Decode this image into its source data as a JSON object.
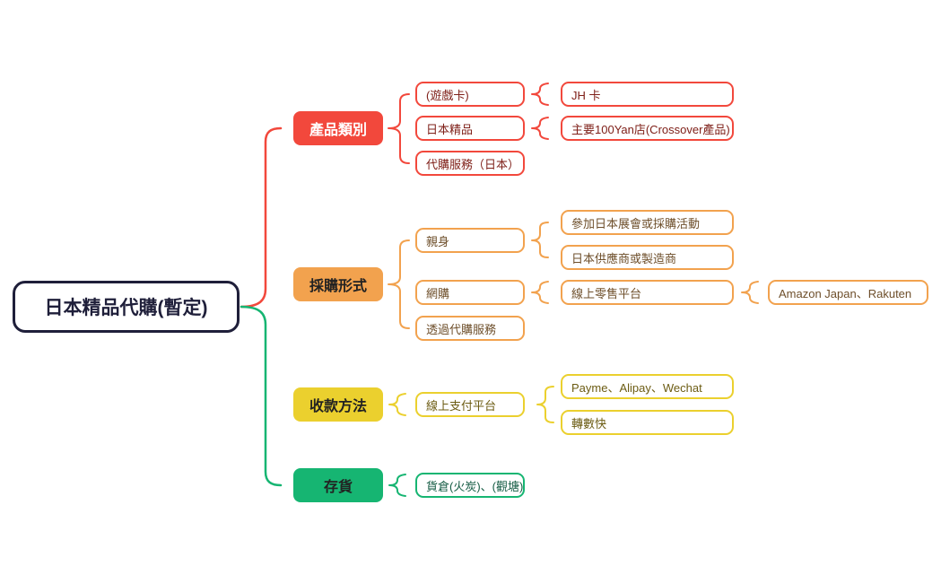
{
  "root": {
    "label": "日本精品代購(暫定)"
  },
  "colors": {
    "red": "#f2483c",
    "orange": "#f2a24e",
    "yellow": "#ebd02e",
    "green": "#16b572",
    "root_border": "#1f1f3a",
    "red_child_text": "#7f2019",
    "orange_child_text": "#6e4f2b",
    "yellow_child_text": "#6c5c13",
    "green_child_text": "#155c44"
  },
  "branches": [
    {
      "label": "產品類別",
      "color": "red",
      "children": [
        {
          "label": "(遊戲卡)",
          "children": [
            {
              "label": "JH 卡"
            }
          ]
        },
        {
          "label": "日本精品",
          "children": [
            {
              "label": "主要100Yan店(Crossover產品)"
            }
          ]
        },
        {
          "label": "代購服務（日本）",
          "children": []
        }
      ]
    },
    {
      "label": "採購形式",
      "color": "orange",
      "children": [
        {
          "label": "親身",
          "children": [
            {
              "label": "參加日本展會或採購活動"
            },
            {
              "label": "日本供應商或製造商"
            }
          ]
        },
        {
          "label": "網購",
          "children": [
            {
              "label": "線上零售平台",
              "children": [
                {
                  "label": "Amazon Japan、Rakuten"
                }
              ]
            }
          ]
        },
        {
          "label": "透過代購服務",
          "children": []
        }
      ]
    },
    {
      "label": "收款方法",
      "color": "yellow",
      "children": [
        {
          "label": "線上支付平台",
          "children": [
            {
              "label": "Payme、Alipay、Wechat"
            },
            {
              "label": "轉數快"
            }
          ]
        }
      ]
    },
    {
      "label": "存貨",
      "color": "green",
      "children": [
        {
          "label": "貨倉(火炭)、(觀塘)",
          "children": []
        }
      ]
    }
  ]
}
